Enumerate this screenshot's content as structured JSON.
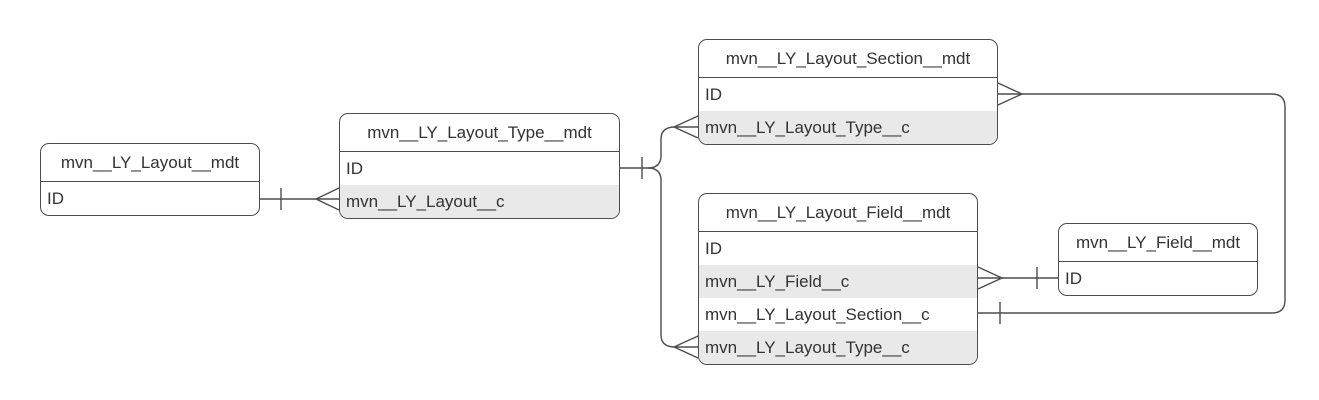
{
  "diagram": {
    "type": "entity-relationship",
    "colors": {
      "background": "#ffffff",
      "stroke": "#4d4d4d",
      "text": "#333333",
      "row_alt_fill": "#e9e9e9"
    },
    "entities": [
      {
        "title": "mvn__LY_Layout__mdt",
        "fields": [
          {
            "label": "ID"
          }
        ]
      },
      {
        "title": "mvn__LY_Layout_Type__mdt",
        "fields": [
          {
            "label": "ID"
          },
          {
            "label": "mvn__LY_Layout__c"
          }
        ]
      },
      {
        "title": "mvn__LY_Layout_Section__mdt",
        "fields": [
          {
            "label": "ID"
          },
          {
            "label": "mvn__LY_Layout_Type__c"
          }
        ]
      },
      {
        "title": "mvn__LY_Layout_Field__mdt",
        "fields": [
          {
            "label": "ID"
          },
          {
            "label": "mvn__LY_Field__c"
          },
          {
            "label": "mvn__LY_Layout_Section__c"
          },
          {
            "label": "mvn__LY_Layout_Type__c"
          }
        ]
      },
      {
        "title": "mvn__LY_Field__mdt",
        "fields": [
          {
            "label": "ID"
          }
        ]
      }
    ],
    "relationships": [
      {
        "from": "mvn__LY_Layout__mdt.ID",
        "from_cardinality": "one",
        "to": "mvn__LY_Layout_Type__mdt.mvn__LY_Layout__c",
        "to_cardinality": "many"
      },
      {
        "from": "mvn__LY_Layout_Type__mdt.ID",
        "from_cardinality": "one",
        "to": "mvn__LY_Layout_Section__mdt.mvn__LY_Layout_Type__c",
        "to_cardinality": "many"
      },
      {
        "from": "mvn__LY_Layout_Type__mdt.ID",
        "from_cardinality": "one",
        "to": "mvn__LY_Layout_Field__mdt.mvn__LY_Layout_Type__c",
        "to_cardinality": "many"
      },
      {
        "from": "mvn__LY_Layout_Section__mdt.ID",
        "from_cardinality": "many",
        "to": "mvn__LY_Layout_Field__mdt.mvn__LY_Layout_Section__c",
        "to_cardinality": "one"
      },
      {
        "from": "mvn__LY_Layout_Field__mdt.mvn__LY_Field__c",
        "from_cardinality": "many",
        "to": "mvn__LY_Field__mdt.ID",
        "to_cardinality": "one"
      }
    ]
  }
}
